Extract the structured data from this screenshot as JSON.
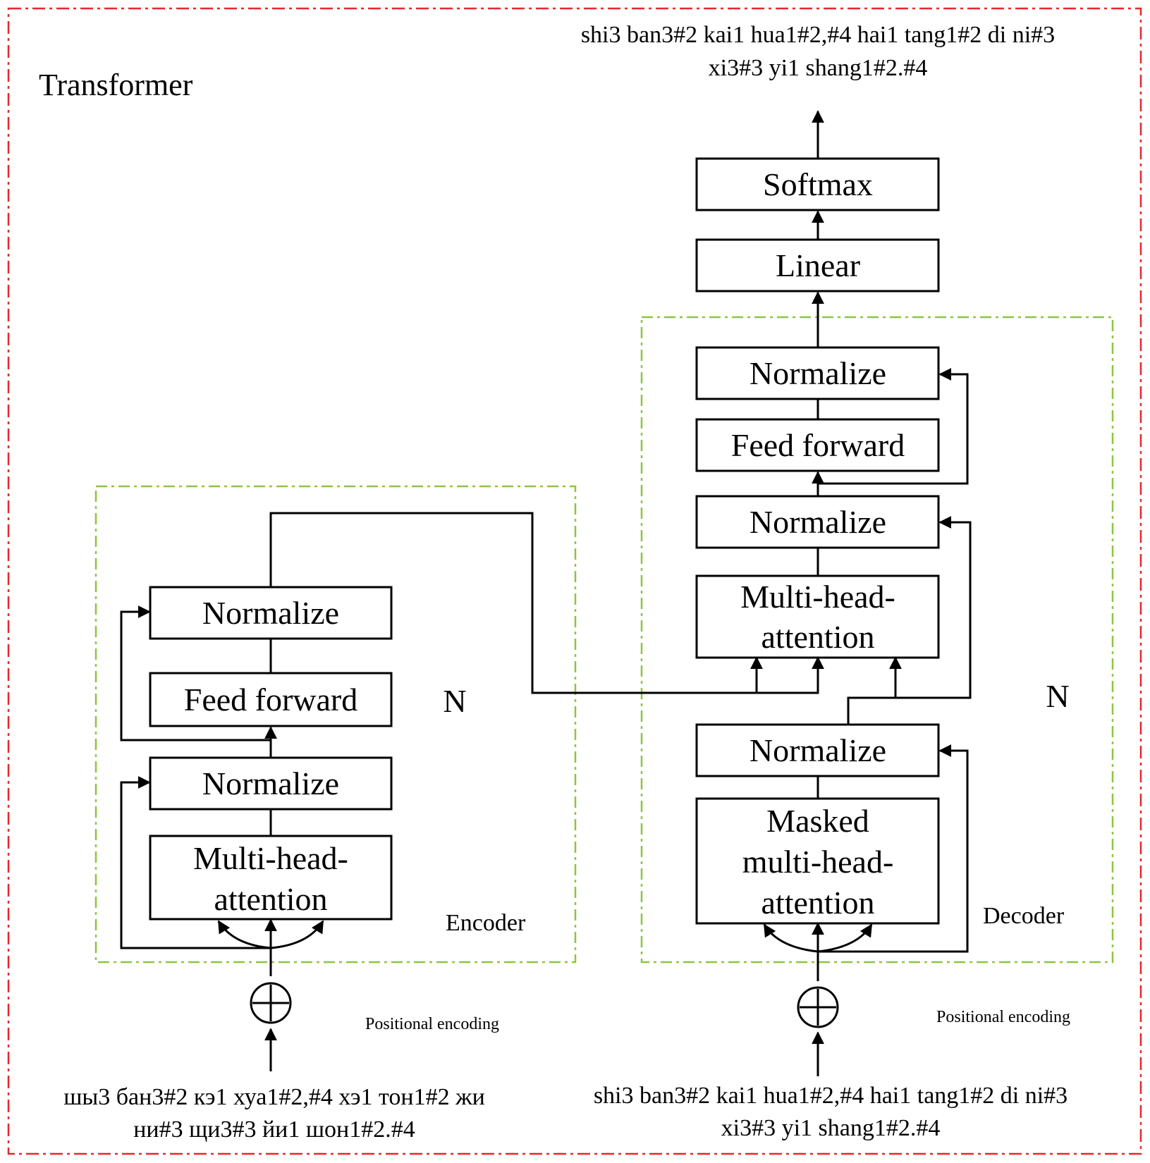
{
  "title": "Transformer",
  "output_text": [
    "shi3 ban3#2 kai1 hua1#2,#4 hai1 tang1#2 di ni#3",
    "xi3#3 yi1 shang1#2.#4"
  ],
  "encoder": {
    "label": "Encoder",
    "repeat": "N",
    "attention": [
      "Multi-head-",
      "attention"
    ],
    "norm_lower": "Normalize",
    "feed_forward": "Feed forward",
    "norm_upper": "Normalize",
    "positional_encoding": "Positional encoding",
    "input_text": [
      "шы3 бан3#2 кэ1 хуа1#2,#4 хэ1 тон1#2 жи",
      "ни#3 щи3#3 йи1 шон1#2.#4"
    ]
  },
  "decoder": {
    "label": "Decoder",
    "repeat": "N",
    "masked_attention": [
      "Masked",
      "multi-head-",
      "attention"
    ],
    "norm_1": "Normalize",
    "attention": [
      "Multi-head-",
      "attention"
    ],
    "norm_2": "Normalize",
    "feed_forward": "Feed forward",
    "norm_3": "Normalize",
    "positional_encoding": "Positional encoding",
    "input_text": [
      "shi3 ban3#2 kai1 hua1#2,#4 hai1 tang1#2 di ni#3",
      "xi3#3 yi1 shang1#2.#4"
    ]
  },
  "linear": "Linear",
  "softmax": "Softmax",
  "colors": {
    "outer_border": "#e8272d",
    "block_border": "#8cc63f"
  }
}
